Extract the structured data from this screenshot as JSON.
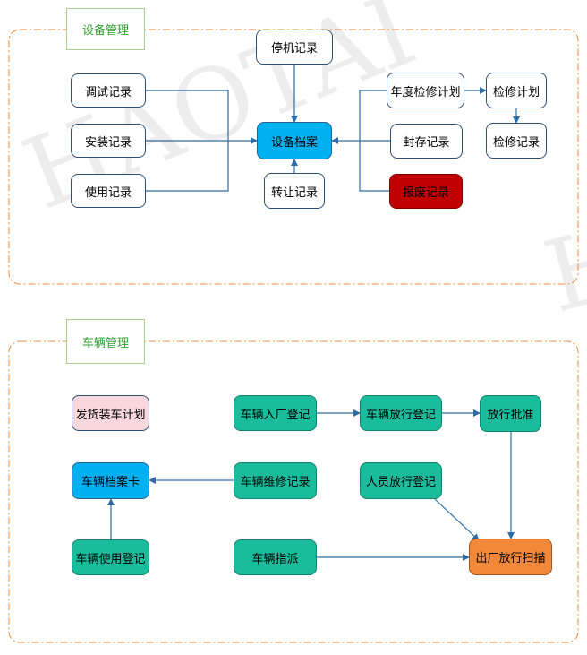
{
  "watermarks": [
    "HAOTAI",
    "H"
  ],
  "equipment": {
    "label": "设备管理",
    "nodes": {
      "debug": "调试记录",
      "install": "安装记录",
      "use": "使用记录",
      "shutdown": "停机记录",
      "archive": "设备档案",
      "transfer": "转让记录",
      "annual_plan": "年度检修计划",
      "seal": "封存记录",
      "scrap": "报废记录",
      "repair_plan": "检修计划",
      "repair_record": "检修记录"
    }
  },
  "vehicle": {
    "label": "车辆管理",
    "nodes": {
      "ship_plan": "发货装车计划",
      "entry": "车辆入厂登记",
      "release_reg": "车辆放行登记",
      "release_approve": "放行批准",
      "archive_card": "车辆档案卡",
      "maintenance": "车辆维修记录",
      "staff_release": "人员放行登记",
      "use_reg": "车辆使用登记",
      "dispatch": "车辆指派",
      "exit_scan": "出厂放行扫描"
    }
  },
  "colors": {
    "frame": "#ef8a3c",
    "connector": "#2e6da4",
    "device_archive": "#00b0f0",
    "scrap": "#c00000",
    "vehicle_node": "#1abc9c",
    "exit_scan": "#f2883a",
    "ship_plan": "#f8d7dd",
    "label_border": "#a9d08e",
    "label_text": "#2f9e2f"
  }
}
